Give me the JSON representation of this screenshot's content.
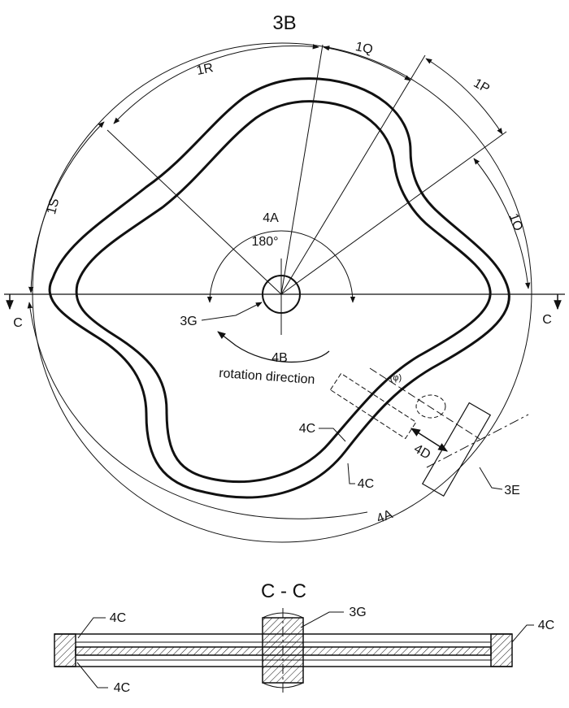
{
  "title": "3B",
  "section_title": "C - C",
  "angle_label": "180°",
  "rotation_text": "rotation direction",
  "labels": {
    "sector_1Q": "1Q",
    "sector_1R": "1R",
    "sector_1P": "1P",
    "sector_1S": "1S",
    "sector_1O": "1O",
    "label_4A_top": "4A",
    "label_4A_bottom": "4A",
    "label_4B": "4B",
    "label_3G": "3G",
    "label_3G_section": "3G",
    "label_4C_upper": "4C",
    "label_4C_lower": "4C",
    "label_4D": "4D",
    "label_3E": "3E",
    "section_C_left": "C",
    "section_C_right": "C",
    "section_4C_top_left": "4C",
    "section_4C_bottom_left": "4C",
    "section_4C_right": "4C"
  },
  "colors": {
    "line": "#111111",
    "background": "#ffffff"
  }
}
